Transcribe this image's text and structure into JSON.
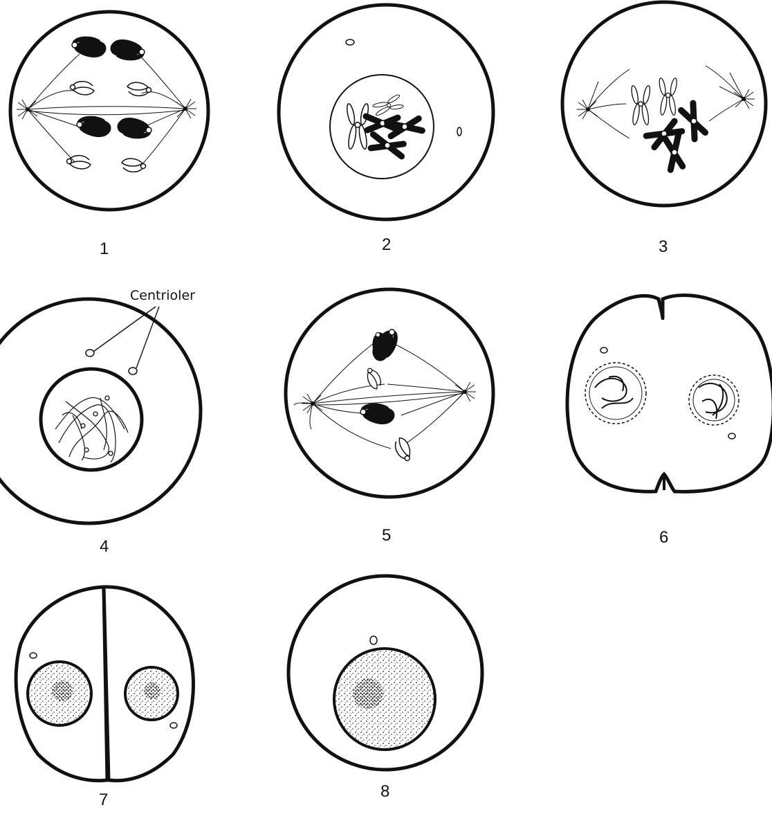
{
  "figure": {
    "cells": [
      {
        "label": "1"
      },
      {
        "label": "2"
      },
      {
        "label": "3"
      },
      {
        "label": "4",
        "callout": "Centrioler"
      },
      {
        "label": "5"
      },
      {
        "label": "6"
      },
      {
        "label": "7"
      },
      {
        "label": "8"
      }
    ]
  },
  "colors": {
    "ink": "#111111",
    "paper": "#ffffff"
  }
}
